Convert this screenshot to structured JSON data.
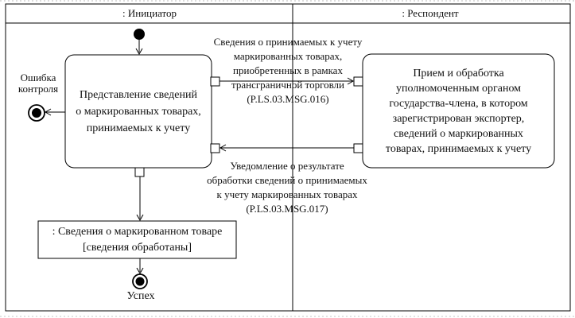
{
  "diagram": {
    "type": "uml-activity-diagram",
    "colors": {
      "line": "#000000",
      "text": "#111111",
      "background": "#ffffff"
    },
    "lanes": {
      "initiator": {
        "title": ": Инициатор"
      },
      "respondent": {
        "title": ": Респондент"
      }
    },
    "nodes": {
      "initial_node": {
        "icon": "filled-circle-start-icon"
      },
      "initiator_action": {
        "lines": [
          "Представление сведений",
          "о маркированных товарах,",
          "принимаемых к учету"
        ]
      },
      "respondent_action": {
        "lines": [
          "Прием и обработка",
          "уполномоченным органом",
          "государства-члена, в котором",
          "зарегистрирован экспортер,",
          "сведений о маркированных",
          "товарах, принимаемых к учету"
        ]
      },
      "object_node": {
        "lines": [
          ": Сведения о маркированном товаре",
          "[сведения обработаны]"
        ]
      },
      "error_final": {
        "icon": "final-node-icon",
        "lines": [
          "Ошибка",
          "контроля"
        ]
      },
      "success_final": {
        "icon": "final-node-icon",
        "label": "Успех"
      }
    },
    "messages": {
      "msg016": {
        "direction": "initiator-to-respondent",
        "lines": [
          "Сведения о  принимаемых к учету",
          "маркированных товарах,",
          "приобретенных в рамках",
          "трансграничной торговли",
          "(P.LS.03.MSG.016)"
        ]
      },
      "msg017": {
        "direction": "respondent-to-initiator",
        "lines": [
          "Уведомление о результате",
          "обработки сведений о принимаемых",
          "к учету  маркированных товарах",
          "(P.LS.03.MSG.017)"
        ]
      }
    }
  }
}
